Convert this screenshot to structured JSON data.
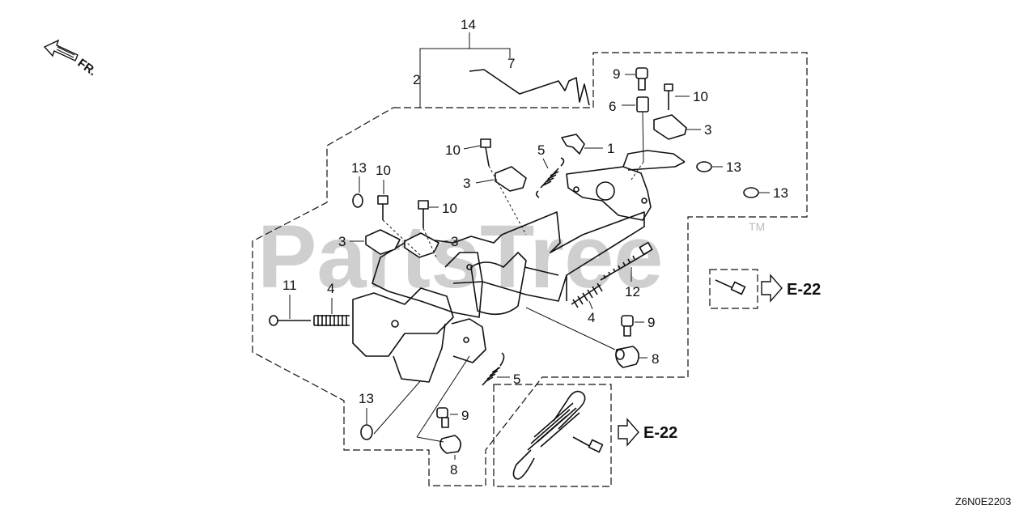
{
  "watermark": {
    "text": "PartsTree",
    "tm": "TM"
  },
  "direction_label": "FR.",
  "callouts": {
    "c14": "14",
    "c2": "2",
    "c7": "7",
    "c9a": "9",
    "c6": "6",
    "c10a": "10",
    "c3a": "3",
    "c1": "1",
    "c5a": "5",
    "c10b": "10",
    "c3b": "3",
    "c13a": "13",
    "c13b": "13",
    "c13c": "13",
    "c10c": "10",
    "c10d": "10",
    "c3c": "3",
    "c3d": "3",
    "c11": "11",
    "c4a": "4",
    "c4b": "4",
    "c12": "12",
    "c9b": "9",
    "c8a": "8",
    "c5b": "5",
    "c13d": "13",
    "c9c": "9",
    "c8b": "8"
  },
  "references": {
    "ref_upper": "E-22",
    "ref_lower": "E-22"
  },
  "diagram_code": "Z6N0E2203"
}
